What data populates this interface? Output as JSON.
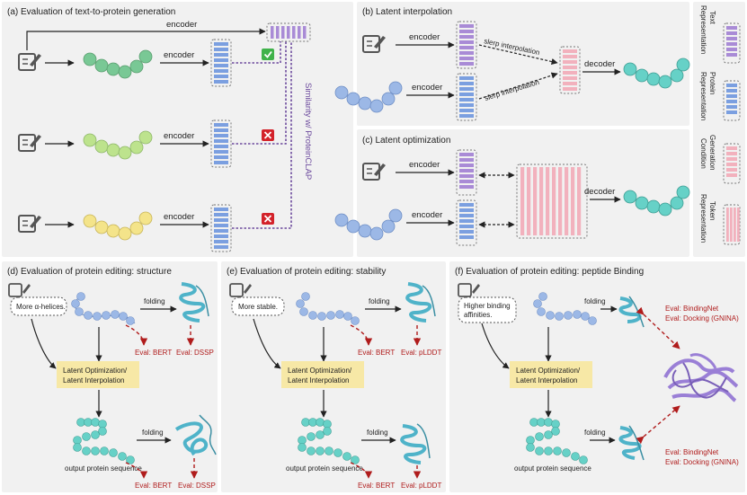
{
  "panels": {
    "a": {
      "title": "(a) Evaluation of text-to-protein generation",
      "encoder_top": "encoder",
      "encoder": "encoder",
      "similarity": "Similarity w/ ProteinCLAP"
    },
    "b": {
      "title": "(b) Latent interpolation",
      "encoder": "encoder",
      "slerp": "slerp interpolation",
      "decoder": "decoder"
    },
    "c": {
      "title": "(c) Latent optimization",
      "encoder": "encoder",
      "decoder": "decoder"
    },
    "d": {
      "title": "(d) Evaluation of protein editing: structure",
      "prompt": "More α-helices.",
      "folding": "folding",
      "box_line1": "Latent Optimization/",
      "box_line2": "Latent Interpolation",
      "output": "output protein sequence",
      "eval1": "Eval: BERT",
      "eval2": "Eval: DSSP"
    },
    "e": {
      "title": "(e) Evaluation of protein editing: stability",
      "prompt": "More stable.",
      "folding": "folding",
      "box_line1": "Latent Optimization/",
      "box_line2": "Latent Interpolation",
      "output": "output protein sequence",
      "eval1": "Eval: BERT",
      "eval2": "Eval: pLDDT"
    },
    "f": {
      "title": "(f) Evaluation of protein editing: peptide Binding",
      "prompt_line1": "Higher binding",
      "prompt_line2": "affinities.",
      "folding": "folding",
      "box_line1": "Latent Optimization/",
      "box_line2": "Latent Interpolation",
      "output": "output protein sequence",
      "eval_a1": "Eval: BindingNet",
      "eval_a2": "Eval: Docking (GNINA)"
    }
  },
  "legend": {
    "text_rep": [
      "Text",
      "Representation"
    ],
    "protein_rep": [
      "Protein",
      "Representation"
    ],
    "gen_cond": [
      "Generation",
      "Condition"
    ],
    "token_rep": [
      "Token",
      "Representation"
    ]
  },
  "colors": {
    "text": "#a98bd6",
    "protein": "#7b9fe0",
    "condition": "#f2b1bd",
    "green": "#79c895",
    "lightgreen": "#bde38d",
    "yellow": "#f4e48a",
    "blue_bead": "#9cb8e6",
    "teal": "#66d1c7",
    "helix": "#4fb3c9",
    "box": "#f7e8a6",
    "evalred": "#b01c1c"
  }
}
